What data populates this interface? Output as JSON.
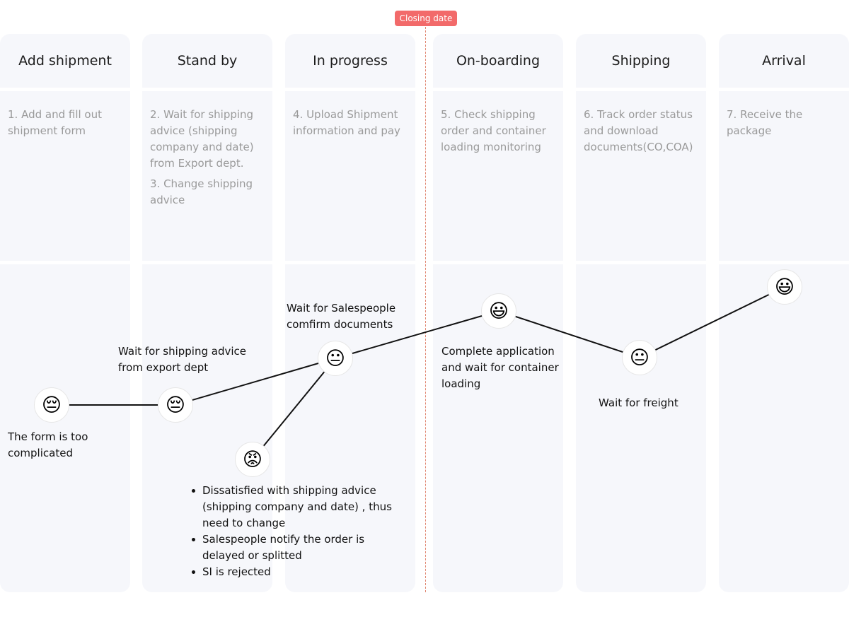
{
  "closing_label": "Closing date",
  "stages": [
    {
      "title": "Add shipment",
      "steps": [
        "1. Add and fill out shipment form"
      ]
    },
    {
      "title": "Stand by",
      "steps": [
        "2. Wait for shipping advice (shipping company and date) from Export dept.",
        "3. Change shipping advice"
      ]
    },
    {
      "title": "In progress",
      "steps": [
        "4. Upload Shipment information and pay"
      ]
    },
    {
      "title": "On-boarding",
      "steps": [
        "5. Check shipping order and container loading monitoring"
      ]
    },
    {
      "title": "Shipping",
      "steps": [
        "6. Track order status and download documents(CO,COA)"
      ]
    },
    {
      "title": "Arrival",
      "steps": [
        "7. Receive the package"
      ]
    }
  ],
  "emotions": [
    {
      "icon": "pensive-face-icon",
      "glyph": "😔",
      "note": "The form is too complicated"
    },
    {
      "icon": "pensive-face-icon",
      "glyph": "😔",
      "note": "Wait for shipping advice from export dept"
    },
    {
      "icon": "angry-face-icon",
      "glyph": "😡",
      "bullets": [
        "Dissatisfied with shipping advice (shipping company and date) , thus need to change",
        "Salespeople notify the order is delayed or splitted",
        "SI is rejected"
      ]
    },
    {
      "icon": "neutral-face-icon",
      "glyph": "😐",
      "note": "Wait for Salespeople comfirm documents"
    },
    {
      "icon": "smiley-face-icon",
      "glyph": "😃",
      "note": "Complete application and wait for container loading"
    },
    {
      "icon": "neutral-face-icon",
      "glyph": "😐",
      "note": "Wait for freight"
    },
    {
      "icon": "smiley-face-icon",
      "glyph": "😃"
    }
  ],
  "colors": {
    "panel": "#f6f7fb",
    "closing": "#f26a6a",
    "line": "#111111"
  }
}
